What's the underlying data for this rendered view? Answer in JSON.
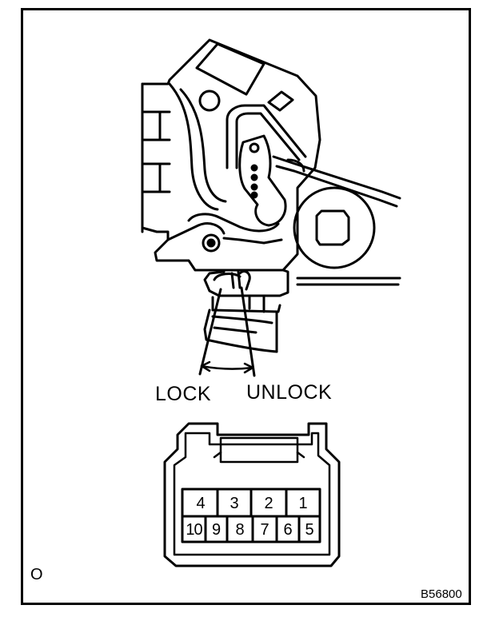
{
  "labels": {
    "lock": "LOCK",
    "unlock": "UNLOCK"
  },
  "connector": {
    "top_row": [
      "4",
      "3",
      "2",
      "1"
    ],
    "bottom_row": [
      "10",
      "9",
      "8",
      "7",
      "6",
      "5"
    ]
  },
  "corner_mark": "O",
  "figure_code": "B56800"
}
